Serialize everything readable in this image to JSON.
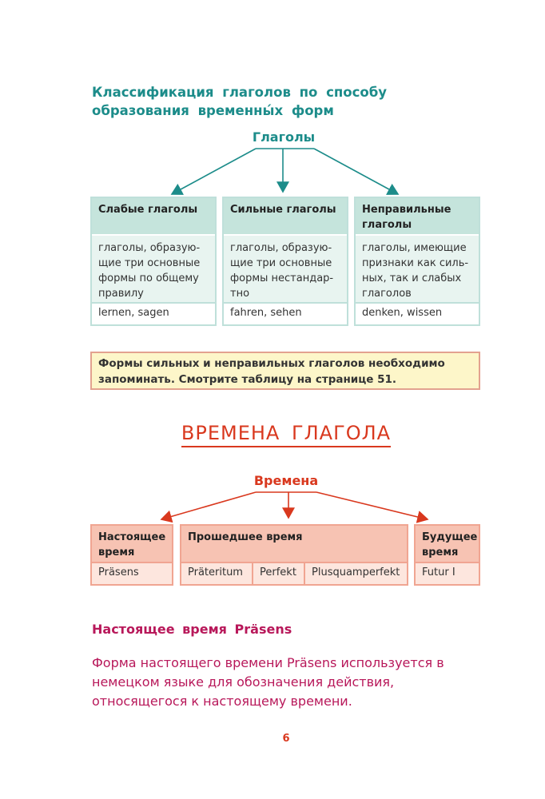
{
  "title": "Классификация глаголов по способу образования временны́х форм",
  "verbs_root": "Глаголы",
  "verb_types": [
    {
      "name": "Слабые глаголы",
      "description": "глаголы, образую-щие три основные формы по общему правилу",
      "examples": "lernen, sagen"
    },
    {
      "name": "Сильные глаголы",
      "description": "глаголы, образую-щие три основные формы нестандар-тно",
      "examples": "fahren, sehen"
    },
    {
      "name": "Неправильные глаголы",
      "description": "глаголы, имеющие признаки как силь-ных, так и слабых глаголов",
      "examples": "denken, wissen"
    }
  ],
  "note": "Формы сильных и неправильных глаголов необходимо запоминать. Смотрите таблицу на странице 51.",
  "section_title": "ВРЕМЕНА ГЛАГОЛА",
  "tenses_root": "Времена",
  "tenses": [
    {
      "name": "Настоящее время",
      "forms": [
        "Präsens"
      ]
    },
    {
      "name": "Прошедшее время",
      "forms": [
        "Präteritum",
        "Perfekt",
        "Plusquamperfekt"
      ]
    },
    {
      "name": "Будущее время",
      "forms": [
        "Futur I"
      ]
    }
  ],
  "subheading": "Настоящее время Präsens",
  "paragraph": "Форма настоящего времени Präsens используется в немецком языке для обозначения действия, относящегося к настоящему времени.",
  "page_number": "6",
  "colors": {
    "teal": "#1c8c8a",
    "red": "#d9381e",
    "magenta": "#b8185a"
  }
}
